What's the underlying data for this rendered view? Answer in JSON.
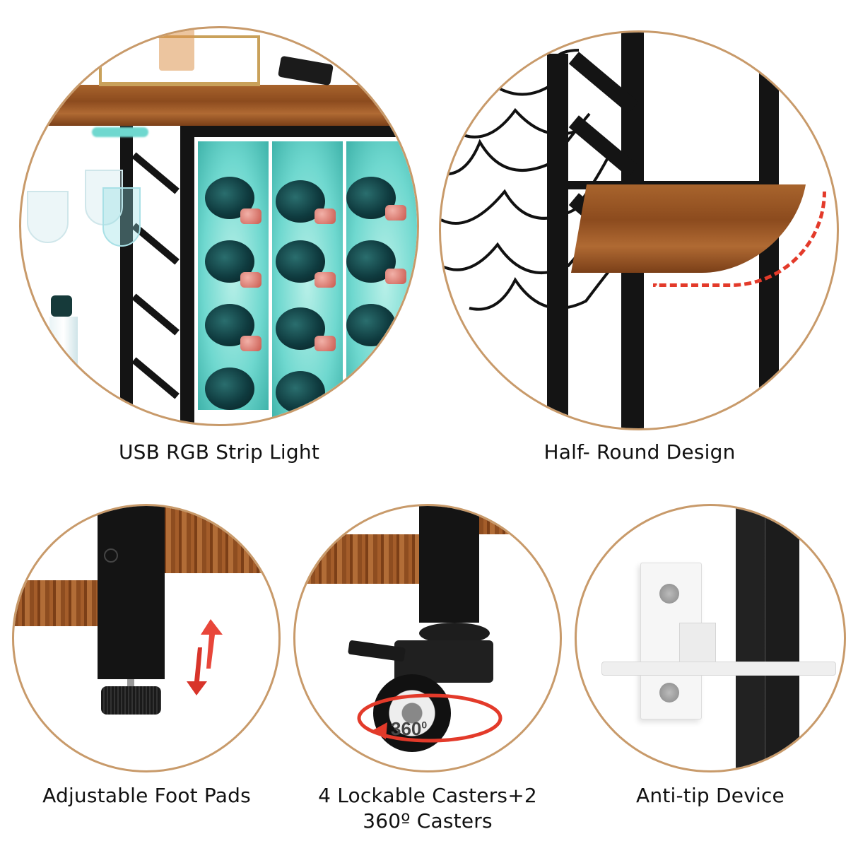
{
  "features": [
    {
      "id": "usb-rgb",
      "caption": "USB RGB Strip Light"
    },
    {
      "id": "half-round",
      "caption": "Half- Round Design"
    },
    {
      "id": "foot-pads",
      "caption": "Adjustable Foot Pads"
    },
    {
      "id": "casters",
      "caption_line1": "4 Lockable Casters+2",
      "caption_line2": "360º Casters",
      "badge": "360",
      "badge_sup": "0"
    },
    {
      "id": "anti-tip",
      "caption": "Anti-tip Device"
    }
  ],
  "colors": {
    "circle_border": "#c89a6a",
    "wood": "#9a5625",
    "frame": "#141414",
    "led_cyan": "#5fd6cc",
    "accent_red": "#e33a2a"
  }
}
